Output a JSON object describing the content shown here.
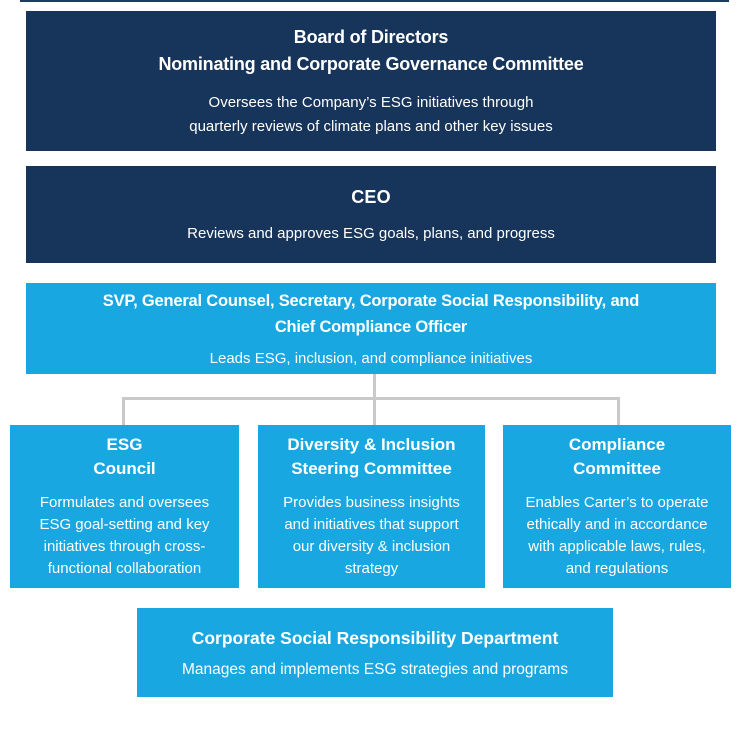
{
  "colors": {
    "navy": "#17345A",
    "blue": "#18A7E0",
    "connector": "#C9C9C9",
    "text_on_box": "#FFFFFF",
    "background": "#FFFFFF"
  },
  "org_chart": {
    "board": {
      "title": "Board of Directors\nNominating and Corporate Governance Committee",
      "description": "Oversees the Company’s ESG initiatives through\nquarterly reviews of climate plans and other key issues"
    },
    "ceo": {
      "title": "CEO",
      "description": "Reviews and approves ESG goals, plans, and progress"
    },
    "svp": {
      "title": "SVP, General Counsel, Secretary, Corporate Social Responsibility, and\nChief Compliance Officer",
      "description": "Leads ESG, inclusion, and compliance initiatives"
    },
    "esg_council": {
      "title": "ESG\nCouncil",
      "description": "Formulates and oversees\nESG goal-setting and key\ninitiatives through cross-\nfunctional collaboration"
    },
    "diversity_committee": {
      "title": "Diversity & Inclusion\nSteering Committee",
      "description": "Provides business insights\nand initiatives that support\nour diversity & inclusion\nstrategy"
    },
    "compliance_committee": {
      "title": "Compliance\nCommittee",
      "description": "Enables Carter’s to operate\nethically and in accordance\nwith applicable laws, rules,\nand regulations"
    },
    "csr_department": {
      "title": "Corporate Social Responsibility Department",
      "description": "Manages and implements ESG strategies and programs"
    }
  }
}
